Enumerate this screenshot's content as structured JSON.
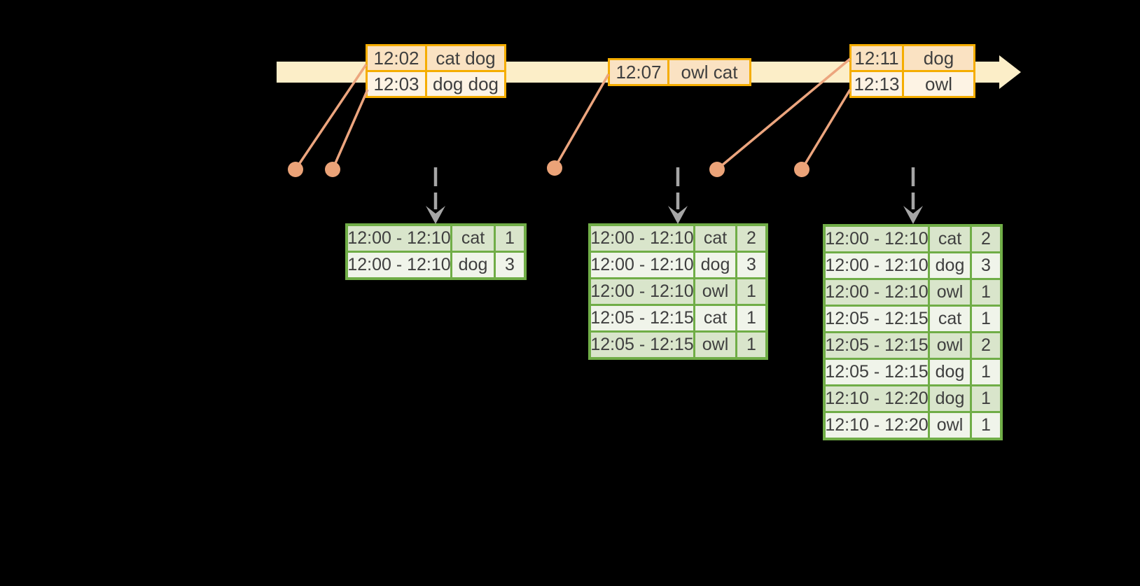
{
  "diagram": {
    "description": "Sliding-window word-count stream diagram: timestamped word events on a timeline emit windowed count tables",
    "colors": {
      "background": "#000000",
      "timeline_band": "#FCEEC8",
      "event_table_border": "#F5AD00",
      "event_row_dark": "#FAE2C2",
      "event_row_light": "#FDF3E4",
      "connector_salmon": "#ECA57E",
      "emit_arrow_gray": "#A6A6A6",
      "result_table_border": "#70AD47",
      "result_row_dark": "#D9E5CB",
      "result_row_light": "#F0F4EA",
      "text": "#3F3F3F"
    },
    "event_tables": [
      {
        "rows": [
          [
            "12:02",
            "cat dog"
          ],
          [
            "12:03",
            "dog dog"
          ]
        ]
      },
      {
        "rows": [
          [
            "12:07",
            "owl cat"
          ]
        ]
      },
      {
        "rows": [
          [
            "12:11",
            "dog"
          ],
          [
            "12:13",
            "owl"
          ]
        ]
      }
    ],
    "result_tables": [
      {
        "rows": [
          [
            "12:00 - 12:10",
            "cat",
            "1"
          ],
          [
            "12:00 - 12:10",
            "dog",
            "3"
          ]
        ]
      },
      {
        "rows": [
          [
            "12:00 - 12:10",
            "cat",
            "2"
          ],
          [
            "12:00 - 12:10",
            "dog",
            "3"
          ],
          [
            "12:00 - 12:10",
            "owl",
            "1"
          ],
          [
            "12:05 - 12:15",
            "cat",
            "1"
          ],
          [
            "12:05 - 12:15",
            "owl",
            "1"
          ]
        ]
      },
      {
        "rows": [
          [
            "12:00 - 12:10",
            "cat",
            "2"
          ],
          [
            "12:00 - 12:10",
            "dog",
            "3"
          ],
          [
            "12:00 - 12:10",
            "owl",
            "1"
          ],
          [
            "12:05 - 12:15",
            "cat",
            "1"
          ],
          [
            "12:05 - 12:15",
            "owl",
            "2"
          ],
          [
            "12:05 - 12:15",
            "dog",
            "1"
          ],
          [
            "12:10 - 12:20",
            "dog",
            "1"
          ],
          [
            "12:10 - 12:20",
            "owl",
            "1"
          ]
        ]
      }
    ]
  }
}
